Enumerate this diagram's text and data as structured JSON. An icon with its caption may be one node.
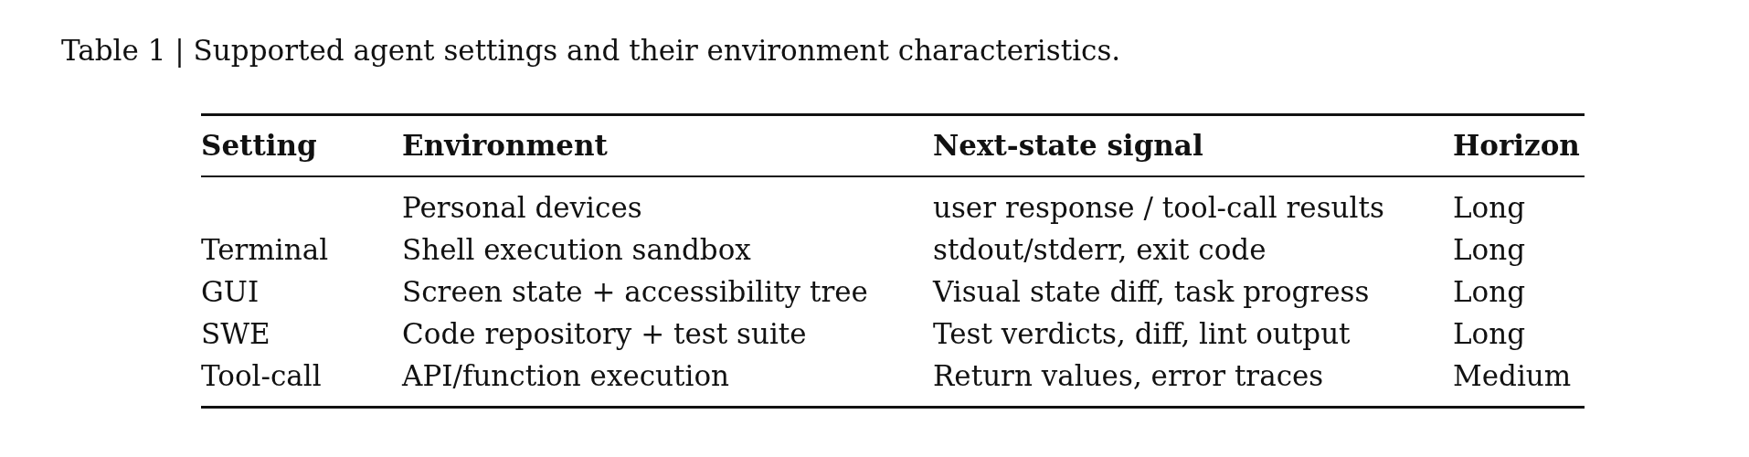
{
  "diagram": {
    "title": "Table 1 | Supported agent settings and their environment characteristics.",
    "labels": [
      "Setting",
      "Environment",
      "Next-state signal",
      "Horizon",
      "Personal devices",
      "user response / tool-call results",
      "Long",
      "Terminal",
      "Shell execution sandbox",
      "stdout/stderr, exit code",
      "Long",
      "GUI",
      "Screen state + accessibility tree",
      "Visual state diff, task progress",
      "Long",
      "SWE",
      "Code repository + test suite",
      "Test verdicts, diff, lint output",
      "Long",
      "Tool-call",
      "API/function execution",
      "Return values, error traces",
      "Medium"
    ]
  }
}
